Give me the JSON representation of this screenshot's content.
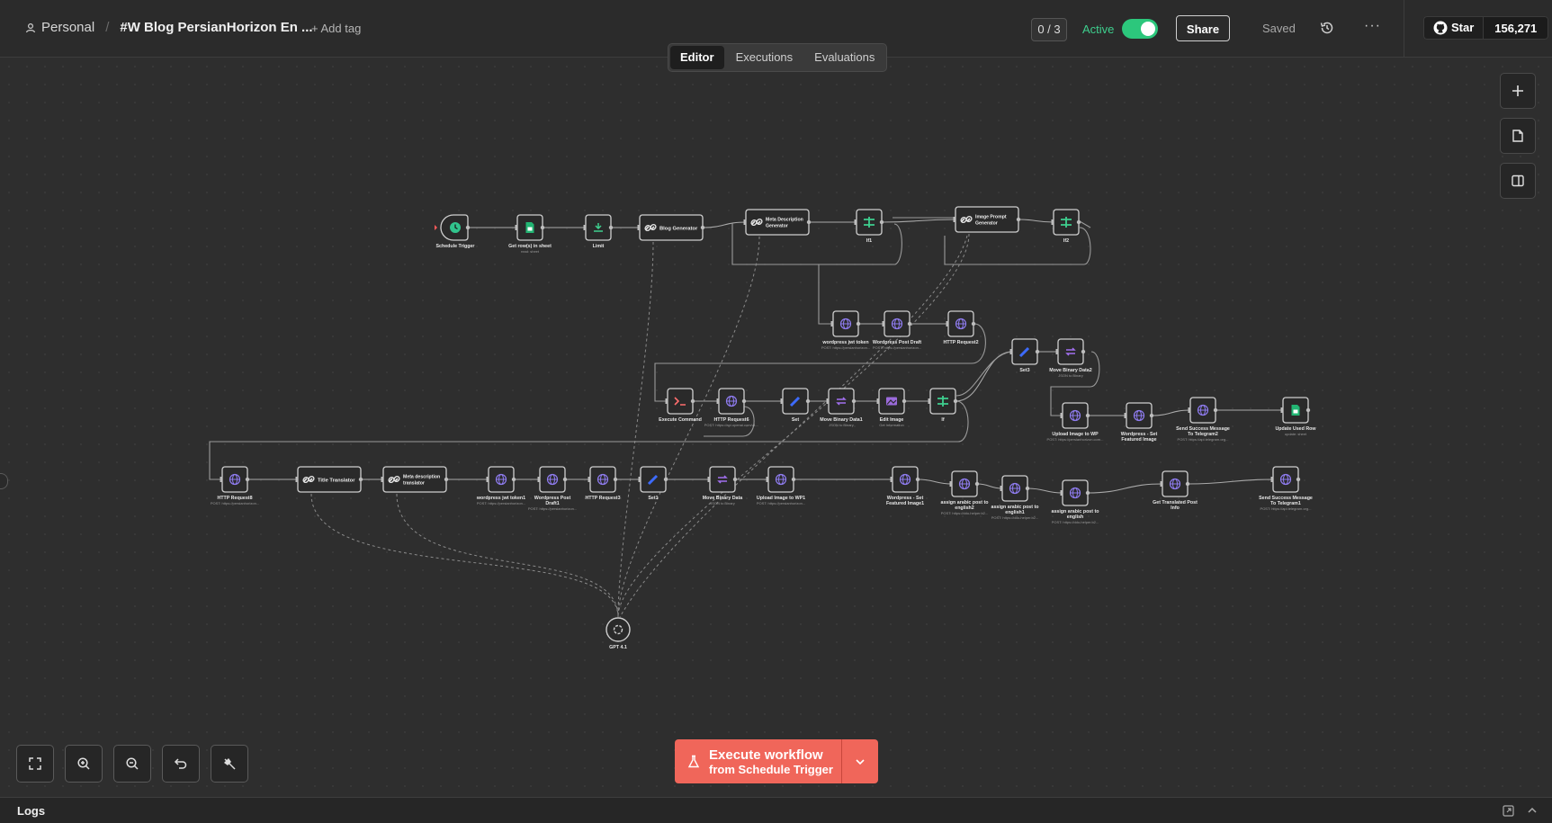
{
  "header": {
    "project": "Personal",
    "workflow_title": "#W Blog PersianHorizon En ...",
    "add_tag": "+ Add tag",
    "counter": "0 / 3",
    "active_label": "Active",
    "active": true,
    "share": "Share",
    "saved": "Saved",
    "more": "···",
    "github_star": "Star",
    "github_count": "156,271"
  },
  "tabs": [
    "Editor",
    "Executions",
    "Evaluations"
  ],
  "selected_tab": "Editor",
  "execute": {
    "line1": "Execute workflow",
    "line2": "from Schedule Trigger"
  },
  "logs_label": "Logs",
  "colors": {
    "accent": "#f0665a",
    "active_green": "#2cc77c",
    "node_bg": "#2a2a2a",
    "edge": "#a9a9a9"
  },
  "nodes": [
    {
      "id": "schedule",
      "label": "Schedule Trigger",
      "icon": "clock-icon"
    },
    {
      "id": "getrows",
      "label": "Get row(s) in sheet",
      "sub": "read: sheet",
      "icon": "sheets-icon"
    },
    {
      "id": "limit",
      "label": "Limit",
      "icon": "limit-icon"
    },
    {
      "id": "blog",
      "label": "Blog Generator",
      "icon": "chain-icon"
    },
    {
      "id": "meta",
      "label": "Meta Description Generator",
      "icon": "chain-icon"
    },
    {
      "id": "if1",
      "label": "If1",
      "icon": "if-icon"
    },
    {
      "id": "imgprompt",
      "label": "Image Prompt Generator",
      "icon": "chain-icon"
    },
    {
      "id": "if2",
      "label": "If2",
      "icon": "if-icon"
    },
    {
      "id": "wpjwt",
      "label": "wordpress jwt token",
      "sub": "POST: https://persianhorizon...",
      "icon": "globe-icon"
    },
    {
      "id": "wpdraft",
      "label": "Wordpress Post Draft",
      "sub": "POST: https://persianhorizon...",
      "icon": "globe-icon"
    },
    {
      "id": "http2",
      "label": "HTTP Request2",
      "icon": "globe-icon"
    },
    {
      "id": "set3",
      "label": "Set3",
      "icon": "pen-icon"
    },
    {
      "id": "movebin2",
      "label": "Move Binary Data2",
      "sub": "JSON to Binary",
      "icon": "convert-icon"
    },
    {
      "id": "execcmd",
      "label": "Execute Command",
      "icon": "terminal-icon"
    },
    {
      "id": "http6",
      "label": "HTTP Request6",
      "sub": "POST: https://api.openai.com/v1...",
      "icon": "globe-icon"
    },
    {
      "id": "set",
      "label": "Set",
      "icon": "pen-icon"
    },
    {
      "id": "movebin1",
      "label": "Move Binary Data1",
      "sub": "JSON to Binary",
      "icon": "convert-icon"
    },
    {
      "id": "editimg",
      "label": "Edit Image",
      "sub": "Get Information",
      "icon": "image-icon"
    },
    {
      "id": "if",
      "label": "If",
      "icon": "if-icon"
    },
    {
      "id": "uploadwp",
      "label": "Upload Image to WP",
      "sub": "POST: https://persianhorizon.com...",
      "icon": "globe-icon"
    },
    {
      "id": "wpfeat",
      "label": "Wordpress - Set Featured Image",
      "icon": "globe-icon"
    },
    {
      "id": "tg2",
      "label": "Send Success Message To Telegram2",
      "sub": "POST: https://api.telegram.org...",
      "icon": "globe-icon"
    },
    {
      "id": "update",
      "label": "Update Used Row",
      "sub": "update: sheet",
      "icon": "sheets-icon"
    },
    {
      "id": "http8",
      "label": "HTTP Request8",
      "sub": "POST: https://persianhorizon...",
      "icon": "globe-icon"
    },
    {
      "id": "titletr",
      "label": "Title Translator",
      "icon": "chain-icon"
    },
    {
      "id": "metatr",
      "label": "Meta description translator",
      "icon": "chain-icon"
    },
    {
      "id": "wpjwt1",
      "label": "wordpress jwt token1",
      "sub": "POST: https://persianhorizon...",
      "icon": "globe-icon"
    },
    {
      "id": "wpdraft1",
      "label": "Wordpress Post Draft1",
      "sub": "POST: https://persianhorizon...",
      "icon": "globe-icon"
    },
    {
      "id": "http3",
      "label": "HTTP Request3",
      "icon": "globe-icon"
    },
    {
      "id": "set1",
      "label": "Set1",
      "icon": "pen-icon"
    },
    {
      "id": "movebin",
      "label": "Move Binary Data",
      "sub": "JSON to Binary",
      "icon": "convert-icon"
    },
    {
      "id": "uploadwp1",
      "label": "Upload Image to WP1",
      "sub": "POST: https://persianhorizon...",
      "icon": "globe-icon"
    },
    {
      "id": "wpfeat1",
      "label": "Wordpress - Set Featured Image1",
      "icon": "globe-icon"
    },
    {
      "id": "arabic2",
      "label": "assign arabic post to english2",
      "sub": "POST: https://ddo-helper.b2...",
      "icon": "globe-icon"
    },
    {
      "id": "arabic1",
      "label": "assign arabic post to english1",
      "sub": "POST: https://ddo-helper.b2...",
      "icon": "globe-icon"
    },
    {
      "id": "arabic",
      "label": "assign arabic post to english",
      "sub": "POST: https://ddo-helper.b2...",
      "icon": "globe-icon"
    },
    {
      "id": "gettrans",
      "label": "Get Translated Post Info",
      "icon": "globe-icon"
    },
    {
      "id": "tg",
      "label": "Send Success Message To Telegram1",
      "sub": "POST: https://api.telegram.org...",
      "icon": "globe-icon"
    },
    {
      "id": "gpt",
      "label": "GPT 4.1",
      "icon": "openai-icon"
    }
  ]
}
